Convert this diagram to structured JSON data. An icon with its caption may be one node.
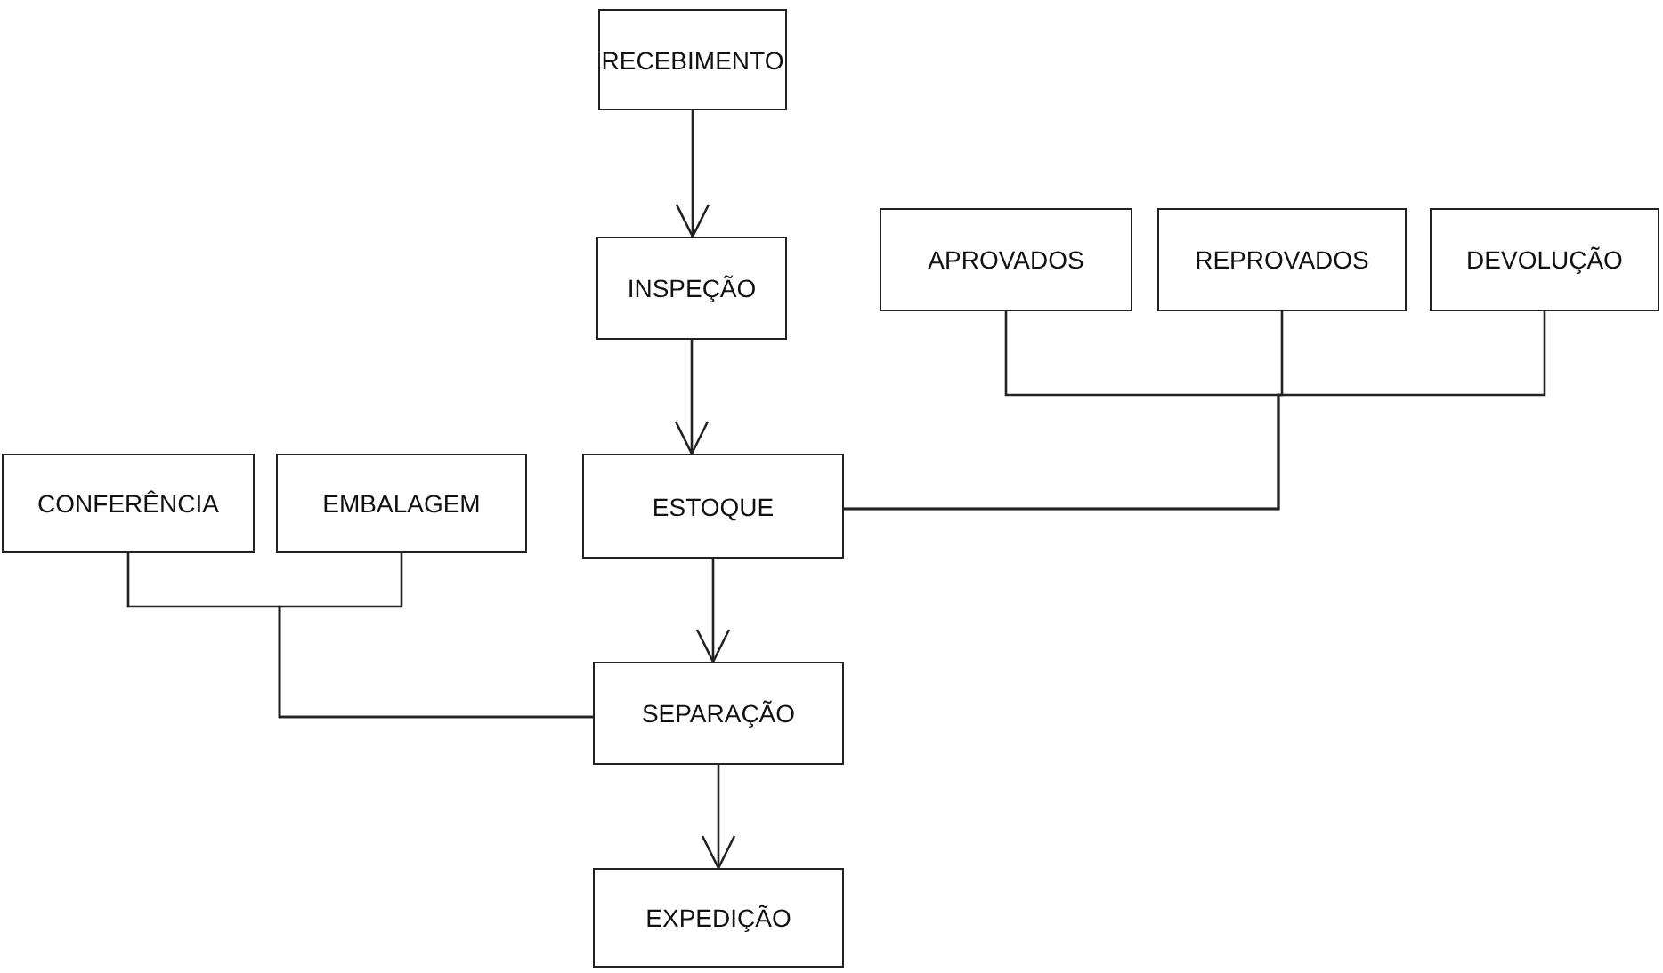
{
  "diagram": {
    "nodes": [
      {
        "text": [
          "RECEBIMENTO"
        ]
      },
      {
        "text": [
          "INSPEÇÃO"
        ]
      },
      {
        "text": [
          "APROVADOS"
        ]
      },
      {
        "text": [
          "REPROVADOS"
        ]
      },
      {
        "text": [
          "DEVOLUÇÃO"
        ]
      },
      {
        "text": [
          "CONFERÊNCIA"
        ]
      },
      {
        "text": [
          "EMBALAGEM"
        ]
      },
      {
        "text": [
          "ESTOQUE"
        ]
      },
      {
        "text": [
          "SEPARAÇÃO"
        ]
      },
      {
        "text": [
          "EXPEDIÇÃO"
        ]
      }
    ],
    "edges": [
      {
        "from": 0,
        "to": 1,
        "arrow": "to"
      },
      {
        "from": 1,
        "to": 7,
        "arrow": "to"
      },
      {
        "from": 7,
        "to": 8,
        "arrow": "to"
      },
      {
        "from": 8,
        "to": 9,
        "arrow": "to"
      },
      {
        "from": 2,
        "to": 7,
        "arrow": "none"
      },
      {
        "from": 3,
        "to": 7,
        "arrow": "none"
      },
      {
        "from": 4,
        "to": 7,
        "arrow": "none"
      },
      {
        "from": 5,
        "to": 8,
        "arrow": "none"
      },
      {
        "from": 6,
        "to": 8,
        "arrow": "none"
      }
    ]
  }
}
